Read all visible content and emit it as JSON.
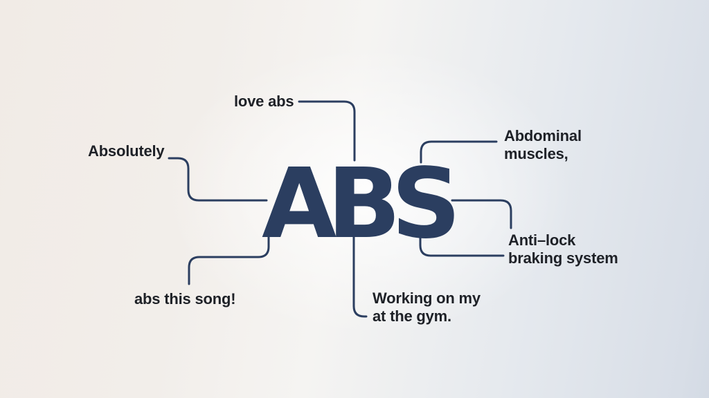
{
  "diagram": {
    "center_word": "ABS",
    "labels": {
      "love_abs": {
        "text": "love abs"
      },
      "absolutely": {
        "text": "Absolutely"
      },
      "abs_this_song": {
        "text": "abs this song!"
      },
      "abdominal_muscles": {
        "line1": "Abdominal",
        "line2": "muscles,"
      },
      "anti_lock": {
        "line1": "Anti–lock",
        "line2": "braking system"
      },
      "working_on_my": {
        "line1": "Working on my",
        "line2": "at the gym."
      }
    },
    "colors": {
      "word_and_connectors": "#2b3e60",
      "label_text": "#1e2127",
      "background_left": "#f1ebe6",
      "background_center": "#f5f4f2",
      "background_right": "#d3dae4"
    }
  }
}
